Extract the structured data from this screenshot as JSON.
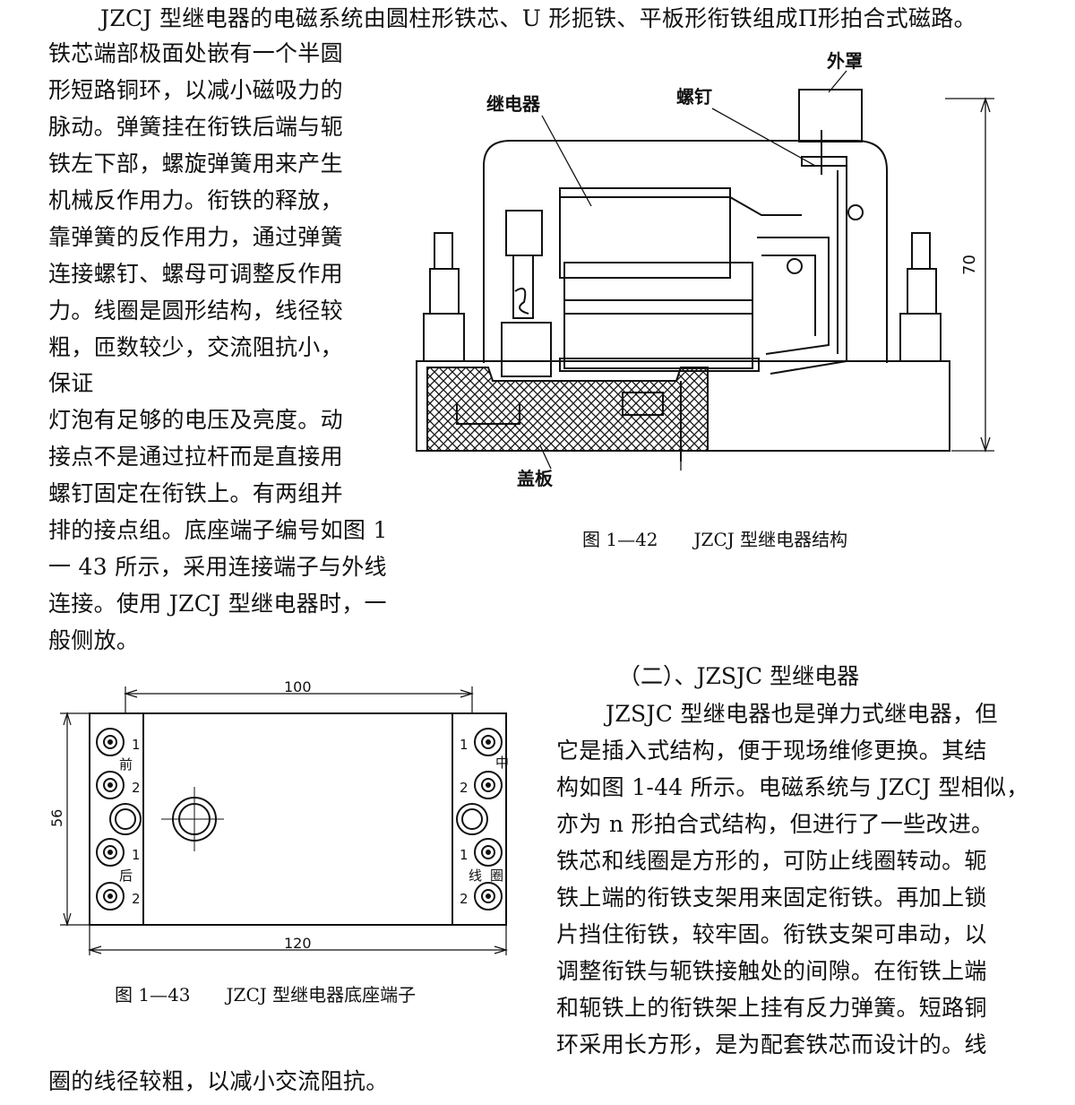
{
  "intro_line": "JZCJ 型继电器的电磁系统由圆柱形铁芯、U 形扼铁、平板形衔铁组成Π形拍合式磁路。",
  "left_lines": [
    "铁芯端部极面处嵌有一个半圆",
    "形短路铜环，以减小磁吸力的",
    "脉动。弹簧挂在衔铁后端与轭",
    "铁左下部，螺旋弹簧用来产生",
    "机械反作用力。衔铁的释放，",
    "靠弹簧的反作用力，通过弹簧",
    "连接螺钉、螺母可调整反作用",
    "力。线圈是圆形结构，线径较",
    "粗，匝数较少，交流阻抗小，",
    "保证",
    "灯泡有足够的电压及亮度。动",
    "接点不是通过拉杆而是直接用",
    "螺钉固定在衔铁上。有两组并",
    "排的接点组。底座端子编号如图 1",
    "一 43 所示，采用连接端子与外线",
    "连接。使用 JZCJ 型继电器时，一",
    "般侧放。"
  ],
  "fig42": {
    "caption": "图 1—42　　JZCJ 型继电器结构",
    "labels": {
      "outer_cover": "外罩",
      "screw": "螺钉",
      "relay": "继电器",
      "cover_plate": "盖板",
      "height": "70"
    }
  },
  "section_heading": "（二）、JZSJC 型继电器",
  "right_lines": [
    "JZSJC 型继电器也是弹力式继电器，但",
    "它是插入式结构，便于现场维修更换。其结",
    "构如图 1-44 所示。电磁系统与 JZCJ 型相似，",
    "亦为 n 形拍合式结构，但进行了一些改进。",
    "铁芯和线圈是方形的，可防止线圈转动。轭",
    "铁上端的衔铁支架用来固定衔铁。再加上锁",
    "片挡住衔铁，较牢固。衔铁支架可串动，以",
    "调整衔铁与轭铁接触处的间隙。在衔铁上端",
    "和轭铁上的衔铁架上挂有反力弹簧。短路铜",
    "环采用长方形，是为配套铁芯而设计的。线"
  ],
  "final_line": "圈的线径较粗，以减小交流阻抗。",
  "fig43": {
    "caption": "图 1—43　　JZCJ 型继电器底座端子",
    "dim_width_inner": "100",
    "dim_width_outer": "120",
    "dim_height": "56",
    "num_1": "1",
    "num_2": "2",
    "label_front": "前",
    "label_back": "后",
    "label_middle": "中",
    "label_coil_a": "线",
    "label_coil_b": "圈"
  }
}
